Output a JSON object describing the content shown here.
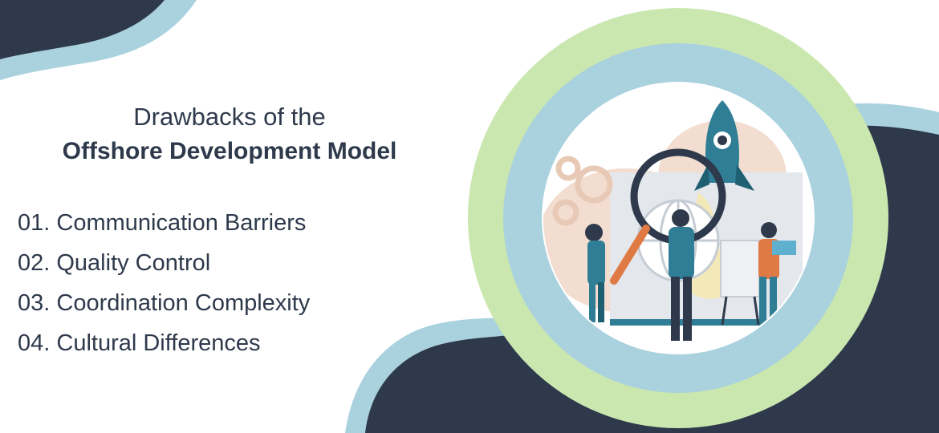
{
  "heading": {
    "line1": "Drawbacks of the",
    "line2": "Offshore Development Model"
  },
  "points": [
    "01. Communication Barriers",
    "02. Quality Control",
    "03. Coordination Complexity",
    "04. Cultural Differences"
  ],
  "colors": {
    "navy": "#2e3a4b",
    "light_blue": "#a9d1de",
    "light_green": "#cbe7b0",
    "dark_green": "#5f8a50",
    "accent_teal": "#2f7e95",
    "accent_orange": "#e07a45"
  },
  "illustration": {
    "description_icons": [
      "rocket-icon",
      "magnifier-icon",
      "gear-icon",
      "globe-icon",
      "laptop-icon",
      "flipchart-icon"
    ]
  }
}
